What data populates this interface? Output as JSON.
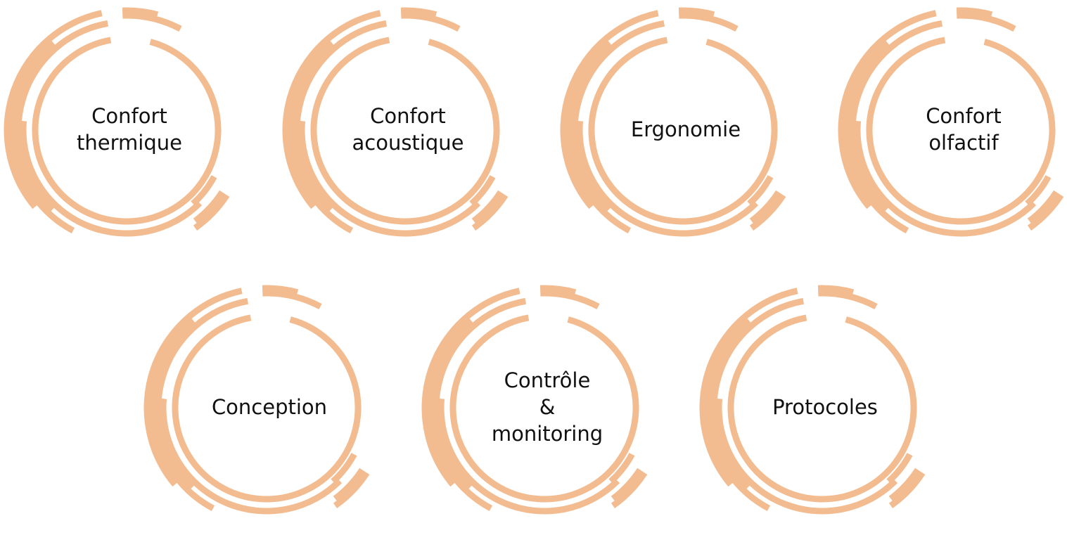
{
  "diagram": {
    "accent_color": "#F2BC90",
    "nodes": [
      {
        "id": "confort-thermique",
        "label": "Confort\nthermique"
      },
      {
        "id": "confort-acoustique",
        "label": "Confort\nacoustique"
      },
      {
        "id": "ergonomie",
        "label": "Ergonomie"
      },
      {
        "id": "confort-olfactif",
        "label": "Confort\nolfactif"
      },
      {
        "id": "conception",
        "label": "Conception"
      },
      {
        "id": "controle-monitoring",
        "label": "Contrôle\n&\nmonitoring"
      },
      {
        "id": "protocoles",
        "label": "Protocoles"
      }
    ]
  }
}
